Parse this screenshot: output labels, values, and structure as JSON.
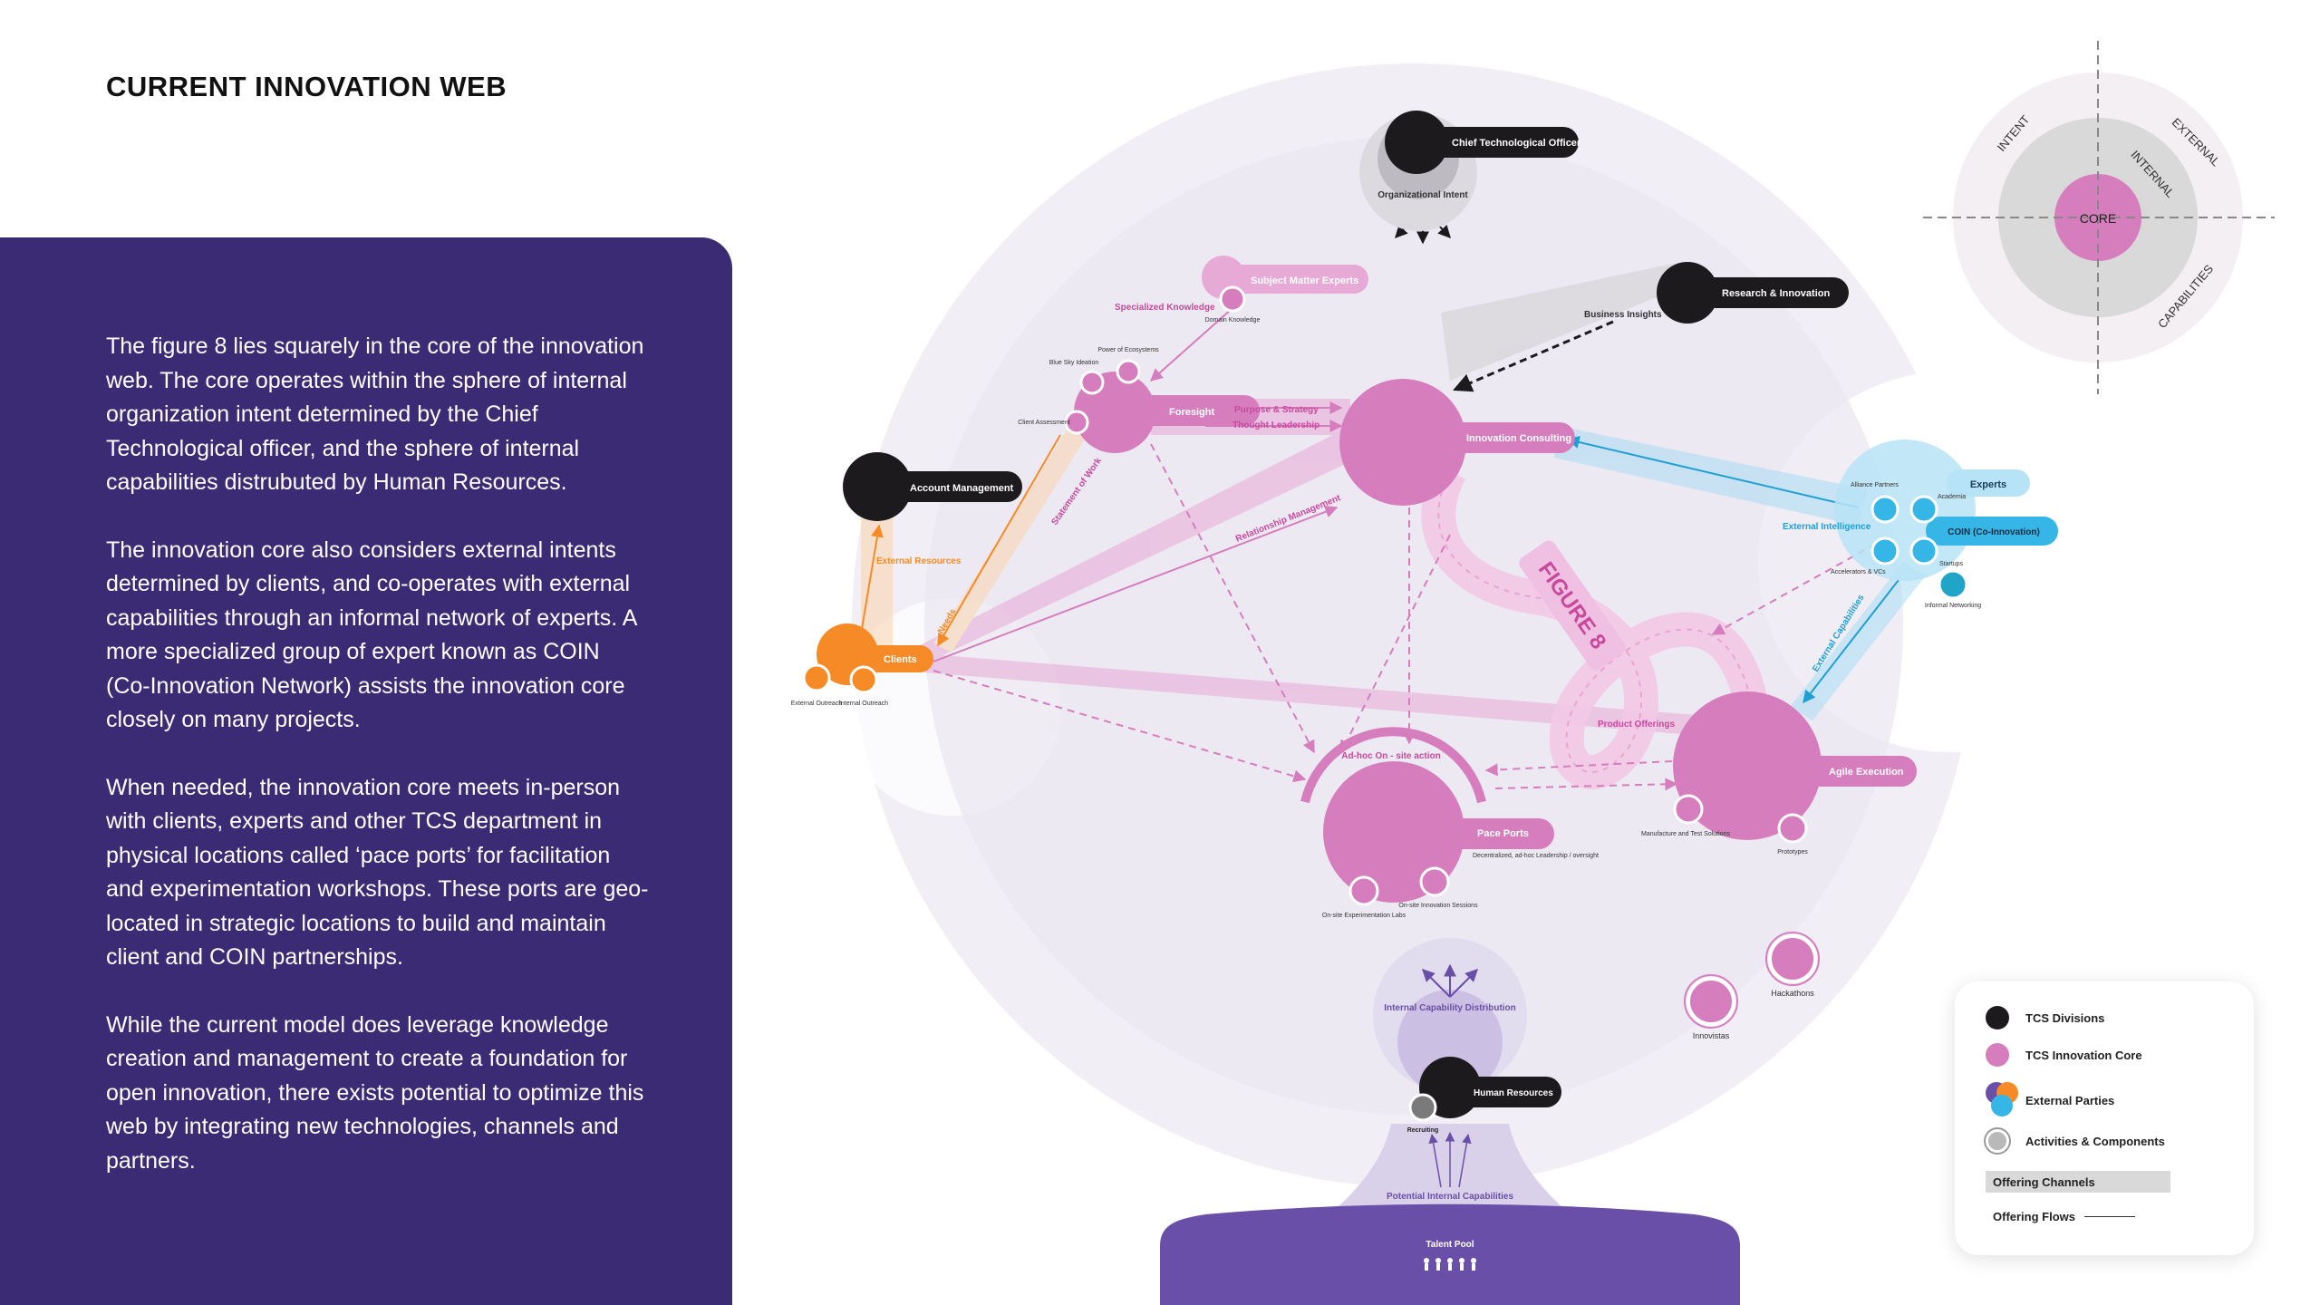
{
  "title": "CURRENT INNOVATION WEB",
  "paragraphs": [
    "The figure 8 lies squarely in the core of the innovation web. The core operates within the sphere of internal organization intent determined by the Chief Technological officer, and the sphere of internal capabilities distrubuted by Human Resources.",
    "The innovation core also considers external intents determined by clients, and co-operates with external capabilities through an informal network of experts. A more specialized group of expert known as COIN (Co-Innovation Network) assists the innovation core closely on many projects.",
    "When needed, the innovation core meets in-person with clients, experts and other TCS department in physical locations called ‘pace ports’ for facilitation and experimentation workshops. These ports are geo-located in strategic locations to build and maintain client and COIN partnerships.",
    "While the current model does leverage knowledge creation and management to create a foundation for open innovation, there exists potential to optimize this web by integrating new technologies, channels and partners."
  ],
  "colors": {
    "panel": "#3b2a74",
    "tcs_division": "#1c1a1d",
    "innovation_core": "#d67dbd",
    "external_orange": "#f58a26",
    "external_blue": "#35b6e6",
    "external_purple": "#6a4fa8",
    "activity_grey": "#b9b9b9"
  },
  "diagram": {
    "cto": "Chief Technological Officer",
    "org_intent": "Organizational Intent",
    "sme": "Subject Matter Experts",
    "specialized_knowledge": "Specialized Knowledge",
    "domain_knowledge": "Domain Knowledge",
    "blue_sky": "Blue Sky Ideation",
    "power_ecosystems": "Power of Ecosystems",
    "client_assessment": "Client Assessment",
    "foresight": "Foresight",
    "purpose_strategy": "Purpose & Strategy",
    "thought_leadership": "Thought Leadership",
    "research_innovation": "Research & Innovation",
    "business_insights": "Business Insights",
    "innovation_consulting": "Innovation Consulting",
    "account_management": "Account Management",
    "external_resources": "External Resources",
    "statement_of_work": "Statement of Work",
    "needs": "Needs",
    "relationship_management": "Relationship Management",
    "clients": "Clients",
    "external_outreach": "External Outreach",
    "internal_outreach": "Internal Outreach",
    "figure8": "FIGURE 8",
    "experts": "Experts",
    "alliance_partners": "Alliance Partners",
    "academia": "Academia",
    "coin": "COIN (Co-Innovation)",
    "external_intelligence": "External Intelligence",
    "accelerators": "Accelerators & VCs",
    "startups": "Startups",
    "informal_networking": "Informal Networking",
    "external_capabilities": "External Capabilities",
    "product_offerings": "Product Offerings",
    "agile_execution": "Agile Execution",
    "manufacture": "Manufacture and Test Solutions",
    "prototypes": "Prototypes",
    "adhoc": "Ad-hoc On - site action",
    "pace_ports": "Pace Ports",
    "decentralized": "Decentralized, ad-hoc Leadership / oversight",
    "onsite_labs": "On-site Experimentation Labs",
    "onsite_sessions": "On-site Innovation Sessions",
    "hackathons": "Hackathons",
    "innovistas": "Innovistas",
    "internal_capability_distribution": "Internal Capability Distribution",
    "human_resources": "Human Resources",
    "recruiting": "Recruiting",
    "potential_internal": "Potential Internal Capabilities",
    "talent_pool": "Talent Pool",
    "quad_intent": "INTENT",
    "quad_external": "EXTERNAL",
    "quad_internal": "INTERNAL",
    "quad_core": "CORE",
    "quad_capabilities": "CAPABILITIES"
  },
  "legend": {
    "tcs_divisions": "TCS Divisions",
    "innovation_core": "TCS Innovation Core",
    "external_parties": "External Parties",
    "activities": "Activities & Components",
    "offering_channels": "Offering Channels",
    "offering_flows": "Offering Flows"
  }
}
